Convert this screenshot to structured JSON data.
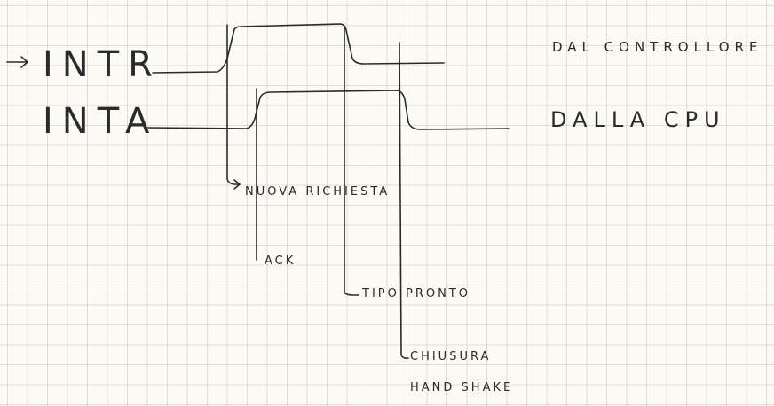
{
  "signals": [
    {
      "name": "INTR",
      "source": "DAL CONTROLLORE"
    },
    {
      "name": "INTA",
      "source": "DALLA CPU"
    }
  ],
  "annotations": {
    "new_request": "NUOVA RICHIESTA",
    "ack": "ACK",
    "type": "TIPO PRONTO",
    "closing_line1": "CHIUSURA",
    "closing_line2": "HAND SHAKE"
  }
}
